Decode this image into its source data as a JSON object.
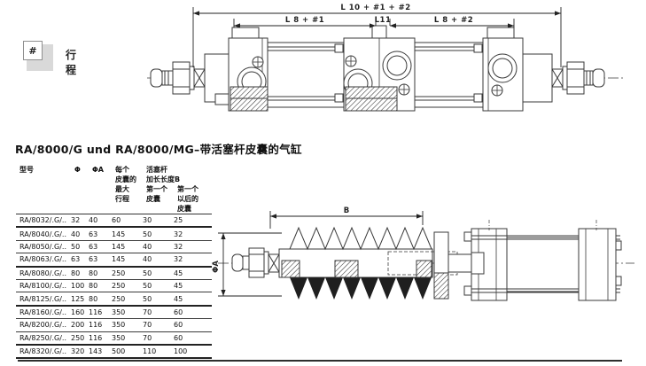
{
  "page": {
    "legend": {
      "symbol": "#",
      "label": "行程"
    },
    "title": "RA/8000/G und RA/8000/MG–带活塞杆皮囊的气缸"
  },
  "top_drawing": {
    "dim_overall": "L 10 + #1 + #2",
    "dim_left": "L 8 + #1",
    "dim_mid": "L11",
    "dim_right": "L 8 + #2"
  },
  "bottom_drawing": {
    "dim_b": "B",
    "dim_dia": "ΦA"
  },
  "table": {
    "headers": {
      "model": "型号",
      "phi": "Φ",
      "phi_a": "ΦA",
      "stroke": "每个\n皮囊的\n最大\n行程",
      "rod_ext_group": "活塞杆\n加长长度B",
      "first_bellows": "第一个\n皮囊",
      "subsequent_bellows": "第一个\n以后的\n皮囊"
    },
    "rows": [
      {
        "model": "RA/8032/.G/..",
        "phi": "32",
        "phi_a": "40",
        "stroke": "60",
        "first": "30",
        "after": "25"
      },
      {
        "model": "RA/8040/.G/..",
        "phi": "40",
        "phi_a": "63",
        "stroke": "145",
        "first": "50",
        "after": "32"
      },
      {
        "model": "RA/8050/.G/..",
        "phi": "50",
        "phi_a": "63",
        "stroke": "145",
        "first": "40",
        "after": "32"
      },
      {
        "model": "RA/8063/.G/..",
        "phi": "63",
        "phi_a": "63",
        "stroke": "145",
        "first": "40",
        "after": "32"
      },
      {
        "model": "RA/8080/.G/..",
        "phi": "80",
        "phi_a": "80",
        "stroke": "250",
        "first": "50",
        "after": "45"
      },
      {
        "model": "RA/8100/.G/..",
        "phi": "100",
        "phi_a": "80",
        "stroke": "250",
        "first": "50",
        "after": "45"
      },
      {
        "model": "RA/8125/.G/..",
        "phi": "125",
        "phi_a": "80",
        "stroke": "250",
        "first": "50",
        "after": "45"
      },
      {
        "model": "RA/8160/.G/..",
        "phi": "160",
        "phi_a": "116",
        "stroke": "350",
        "first": "70",
        "after": "60"
      },
      {
        "model": "RA/8200/.G/..",
        "phi": "200",
        "phi_a": "116",
        "stroke": "350",
        "first": "70",
        "after": "60"
      },
      {
        "model": "RA/8250/.G/..",
        "phi": "250",
        "phi_a": "116",
        "stroke": "350",
        "first": "70",
        "after": "60"
      },
      {
        "model": "RA/8320/.G/..",
        "phi": "320",
        "phi_a": "143",
        "stroke": "500",
        "first": "110",
        "after": "100"
      }
    ]
  }
}
